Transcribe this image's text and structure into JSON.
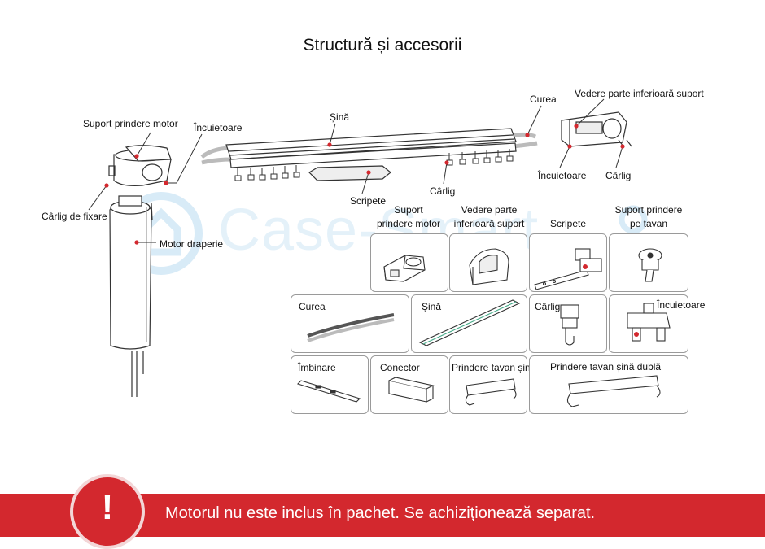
{
  "title": "Structură și accesorii",
  "watermark": "Case-Smart",
  "diagram_labels": {
    "suport_prindere_motor": "Suport prindere motor",
    "incuietoare_left": "Încuietoare",
    "sina": "Șină",
    "curea": "Curea",
    "vedere_parte": "Vedere parte inferioară suport",
    "incuietoare_right": "Încuietoare",
    "carlig_right": "Cârlig",
    "carlig_mid": "Cârlig",
    "scripete": "Scripete",
    "carlig_de_fixare": "Cârlig de fixare",
    "motor_draperie": "Motor draperie"
  },
  "accessories": [
    {
      "label": "Suport\nprindere motor",
      "icon": "motor-bracket-icon"
    },
    {
      "label": "Vedere parte\ninferioară suport",
      "icon": "bracket-bottom-icon"
    },
    {
      "label": "Scripete",
      "icon": "pulley-icon"
    },
    {
      "label": "Suport prindere\npe tavan",
      "icon": "ceiling-mount-icon"
    },
    {
      "label": "Curea",
      "icon": "belt-icon"
    },
    {
      "label": "Șină",
      "icon": "rail-icon"
    },
    {
      "label": "Cârlig",
      "icon": "hook-icon"
    },
    {
      "label": "Încuietoare",
      "icon": "lock-icon"
    },
    {
      "label": "Îmbinare",
      "icon": "joint-icon"
    },
    {
      "label": "Conector",
      "icon": "connector-icon"
    },
    {
      "label": "Prindere tavan șină",
      "icon": "ceiling-rail-mount-icon"
    },
    {
      "label": "Prindere tavan șină dublă",
      "icon": "double-ceiling-rail-mount-icon"
    }
  ],
  "notice": {
    "mark": "!",
    "text": "Motorul nu este inclus în pachet. Se achiziționează separat.",
    "color": "#d3282e"
  },
  "colors": {
    "marker": "#d3282e",
    "outline": "#333333",
    "card_border": "#9a9a9a"
  }
}
